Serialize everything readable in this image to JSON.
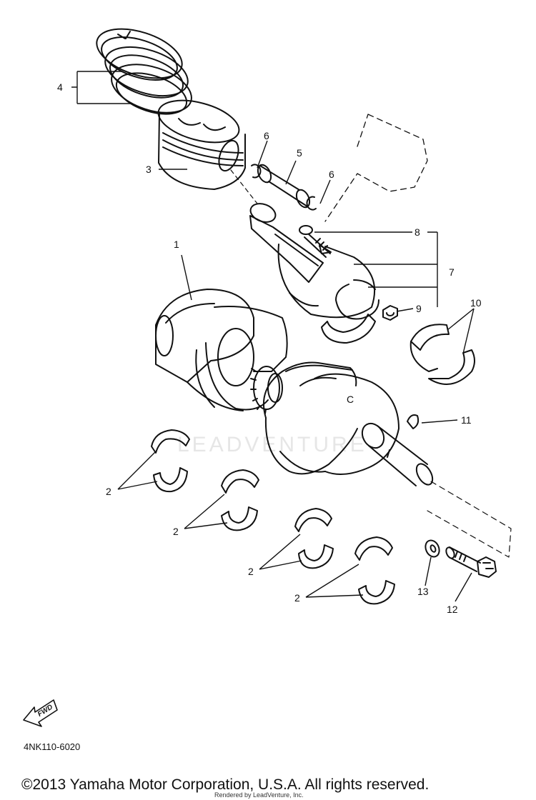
{
  "diagram": {
    "callouts": [
      {
        "id": "c1",
        "text": "1"
      },
      {
        "id": "c2a",
        "text": "2"
      },
      {
        "id": "c2b",
        "text": "2"
      },
      {
        "id": "c2c",
        "text": "2"
      },
      {
        "id": "c2d",
        "text": "2"
      },
      {
        "id": "c3",
        "text": "3"
      },
      {
        "id": "c4",
        "text": "4"
      },
      {
        "id": "c5",
        "text": "5"
      },
      {
        "id": "c6a",
        "text": "6"
      },
      {
        "id": "c6b",
        "text": "6"
      },
      {
        "id": "c7",
        "text": "7"
      },
      {
        "id": "c8",
        "text": "8"
      },
      {
        "id": "c9",
        "text": "9"
      },
      {
        "id": "c10",
        "text": "10"
      },
      {
        "id": "c11",
        "text": "11"
      },
      {
        "id": "c12",
        "text": "12"
      },
      {
        "id": "c13",
        "text": "13"
      }
    ],
    "crank_mark": "C",
    "fwd_label": "FWD",
    "part_code": "4NK110-6020",
    "watermark": "LEADVENTURE",
    "copyright": "©2013 Yamaha Motor Corporation, U.S.A. All rights reserved.",
    "rendered_by": "Rendered by LeadVenture, Inc."
  },
  "colors": {
    "line": "#111111",
    "background": "#ffffff",
    "watermark": "#e6e6e6"
  }
}
